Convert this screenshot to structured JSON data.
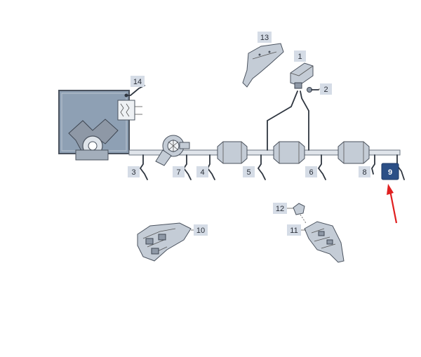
{
  "labels": {
    "l1": "1",
    "l2": "2",
    "l3": "3",
    "l4": "4",
    "l5": "5",
    "l6": "6",
    "l7": "7",
    "l8": "8",
    "l9": "9",
    "l10": "10",
    "l11": "11",
    "l12": "12",
    "l13": "13",
    "l14": "14"
  },
  "colors": {
    "highlight": "#2b4f86",
    "arrow": "#e02020",
    "label_bg": "#d5dce6",
    "engine_block": "#8ea0b4"
  }
}
